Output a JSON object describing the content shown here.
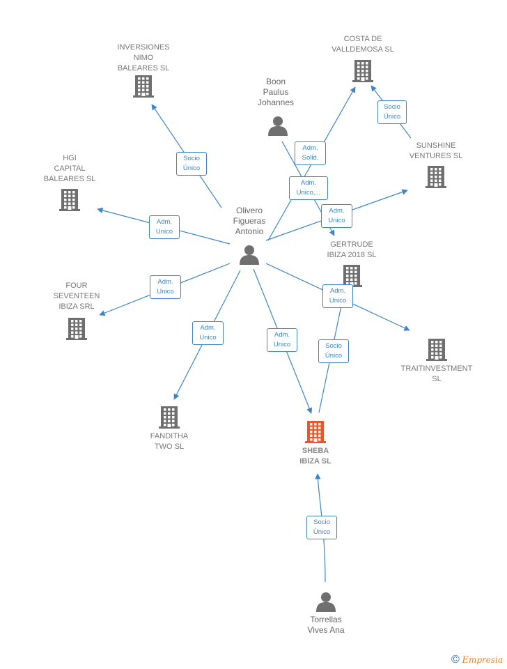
{
  "nodes": {
    "olivero": "Olivero\nFigueras\nAntonio",
    "boon": "Boon\nPaulus\nJohannes",
    "torrellas": "Torrellas\nVives Ana",
    "inversiones": "INVERSIONES\nNIMO\nBALEARES  SL",
    "costa": "COSTA DE\nVALLDEMOSA SL",
    "hgi": "HGI\nCAPITAL\nBALEARES  SL",
    "sunshine": "SUNSHINE\nVENTURES  SL",
    "gertrude": "GERTRUDE\nIBIZA 2018  SL",
    "four": "FOUR\nSEVENTEEN\nIBIZA SRL",
    "traitinvestment": "TRAITINVESTMENT\nSL",
    "funditha": "FANDITHA\nTWO SL",
    "sheba": "SHEBA\nIBIZA  SL"
  },
  "edge_labels": {
    "inversiones": "Socio\nÚnico",
    "costa_solid": "Adm.\nSolid.",
    "costa_socio": "Socio\nÚnico",
    "boon_gertrude": "Adm.\nUnico,...",
    "sunshine": "Adm.\nUnico",
    "hgi": "Adm.\nUnico",
    "four": "Adm.\nUnico",
    "traitinvestment": "Adm.\nUnico",
    "sheba_socio": "Socio\nÚnico",
    "funditha": "Adm.\nUnico",
    "sheba_adm": "Adm.\nUnico",
    "torrellas": "Socio\nÚnico"
  },
  "colors": {
    "edge": "#3d85c6",
    "building": "#6f6f6f",
    "focus": "#e8572d",
    "person": "#6f6f6f"
  },
  "footer": {
    "copyright": "©",
    "brand_initial": "E",
    "brand_rest": "mpresia"
  }
}
